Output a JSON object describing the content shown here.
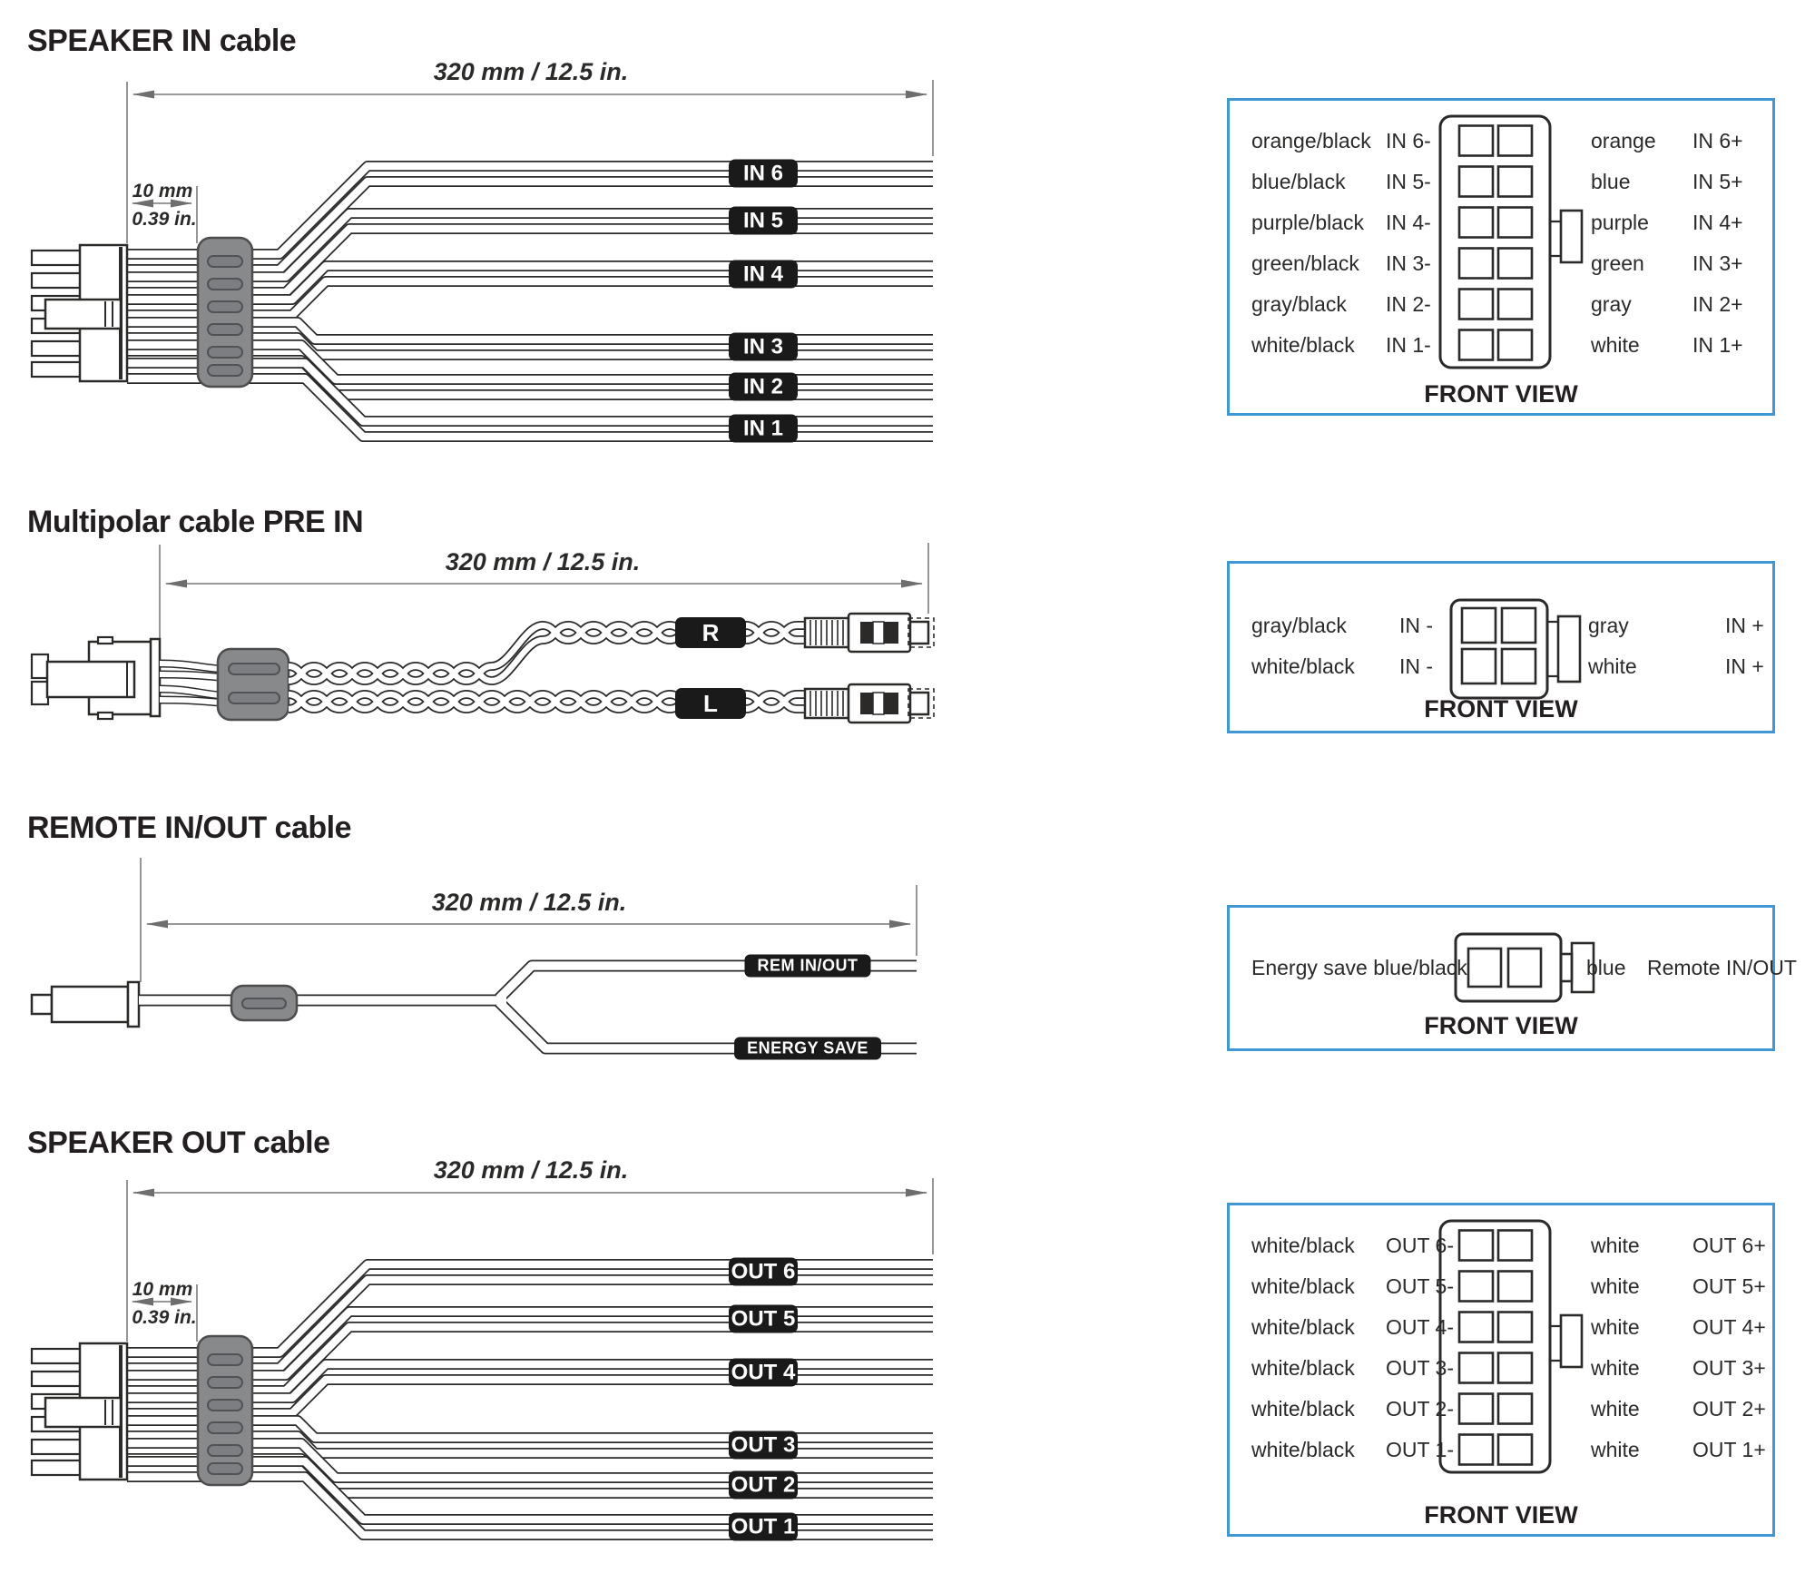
{
  "sections": [
    {
      "id": "speaker-in",
      "title": "SPEAKER IN cable",
      "dim_length": "320 mm / 12.5 in.",
      "dim_offset_mm": "10 mm",
      "dim_offset_in": "0.39 in.",
      "wire_labels": [
        "IN 6",
        "IN 5",
        "IN 4",
        "IN 3",
        "IN 2",
        "IN 1"
      ]
    },
    {
      "id": "pre-in",
      "title": "Multipolar cable PRE IN",
      "dim_length": "320 mm / 12.5 in.",
      "wire_labels": [
        "R",
        "L"
      ]
    },
    {
      "id": "remote-in-out",
      "title": "REMOTE IN/OUT cable",
      "dim_length": "320 mm / 12.5 in.",
      "wire_labels": [
        "REM IN/OUT",
        "ENERGY SAVE"
      ]
    },
    {
      "id": "speaker-out",
      "title": "SPEAKER OUT cable",
      "dim_length": "320 mm / 12.5 in.",
      "dim_offset_mm": "10 mm",
      "dim_offset_in": "0.39 in.",
      "wire_labels": [
        "OUT 6",
        "OUT 5",
        "OUT 4",
        "OUT 3",
        "OUT 2",
        "OUT 1"
      ]
    }
  ],
  "pinout_boxes": [
    {
      "front_view_label": "FRONT VIEW",
      "rows": [
        {
          "wire_left": "orange/black",
          "pin_left": "IN 6-",
          "wire_right": "orange",
          "pin_right": "IN 6+"
        },
        {
          "wire_left": "blue/black",
          "pin_left": "IN 5-",
          "wire_right": "blue",
          "pin_right": "IN 5+"
        },
        {
          "wire_left": "purple/black",
          "pin_left": "IN 4-",
          "wire_right": "purple",
          "pin_right": "IN 4+"
        },
        {
          "wire_left": "green/black",
          "pin_left": "IN 3-",
          "wire_right": "green",
          "pin_right": "IN 3+"
        },
        {
          "wire_left": "gray/black",
          "pin_left": "IN 2-",
          "wire_right": "gray",
          "pin_right": "IN 2+"
        },
        {
          "wire_left": "white/black",
          "pin_left": "IN 1-",
          "wire_right": "white",
          "pin_right": "IN 1+"
        }
      ]
    },
    {
      "front_view_label": "FRONT VIEW",
      "rows": [
        {
          "wire_left": "gray/black",
          "pin_left": "IN -",
          "wire_right": "gray",
          "pin_right": "IN +"
        },
        {
          "wire_left": "white/black",
          "pin_left": "IN -",
          "wire_right": "white",
          "pin_right": "IN +"
        }
      ]
    },
    {
      "front_view_label": "FRONT VIEW",
      "rows": [
        {
          "wire_left": "Energy save blue/black",
          "wire_right": "blue",
          "pin_right": "Remote IN/OUT"
        }
      ]
    },
    {
      "front_view_label": "FRONT VIEW",
      "rows": [
        {
          "wire_left": "white/black",
          "pin_left": "OUT 6-",
          "wire_right": "white",
          "pin_right": "OUT 6+"
        },
        {
          "wire_left": "white/black",
          "pin_left": "OUT 5-",
          "wire_right": "white",
          "pin_right": "OUT 5+"
        },
        {
          "wire_left": "white/black",
          "pin_left": "OUT 4-",
          "wire_right": "white",
          "pin_right": "OUT 4+"
        },
        {
          "wire_left": "white/black",
          "pin_left": "OUT 3-",
          "wire_right": "white",
          "pin_right": "OUT 3+"
        },
        {
          "wire_left": "white/black",
          "pin_left": "OUT 2-",
          "wire_right": "white",
          "pin_right": "OUT 2+"
        },
        {
          "wire_left": "white/black",
          "pin_left": "OUT 1-",
          "wire_right": "white",
          "pin_right": "OUT 1+"
        }
      ]
    }
  ],
  "colors": {
    "box_border": "#3f97d3",
    "chip_background": "#1a1a1a",
    "clamp_fill": "#87898b",
    "line": "#2b2a29",
    "dimension_line": "#8a8a8a"
  }
}
